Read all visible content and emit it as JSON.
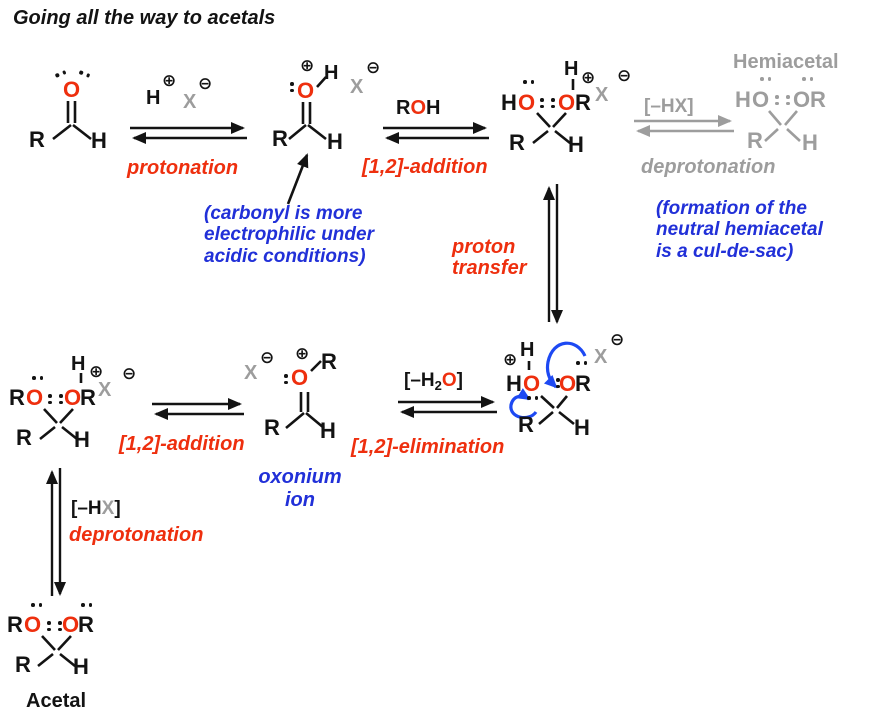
{
  "title": "Going all the way to acetals",
  "colors": {
    "red": "#ee2f0e",
    "blue": "#2130d8",
    "arrow_blue": "#1d49f3",
    "gray": "#9d9d9d",
    "black": "#131313"
  },
  "symbols": {
    "R": "R",
    "H": "H",
    "O": "O",
    "X": "X",
    "plus": "⊕",
    "minus": "⊖"
  },
  "steps": {
    "protonation": "protonation",
    "addition": "[1,2]-addition",
    "deprotonation": "deprotonation",
    "proton_transfer": "proton\ntransfer",
    "elimination": "[1,2]-elimination",
    "hx_top": "[–HX]",
    "hx_bottom": {
      "pre": "[–H",
      "x": "X",
      "post": "]"
    },
    "h2o": {
      "pre": "[–H",
      "sub": "2",
      "o": "O",
      "post": "]"
    }
  },
  "annotations": {
    "electrophilic": "(carbonyl is more\nelectrophilic under\nacidic conditions)",
    "cul_de_sac": "(formation of the\nneutral hemiacetal\nis a cul-de-sac)",
    "oxonium_ion": "oxonium\nion",
    "hemiacetal": "Hemiacetal",
    "acetal": "Acetal"
  }
}
